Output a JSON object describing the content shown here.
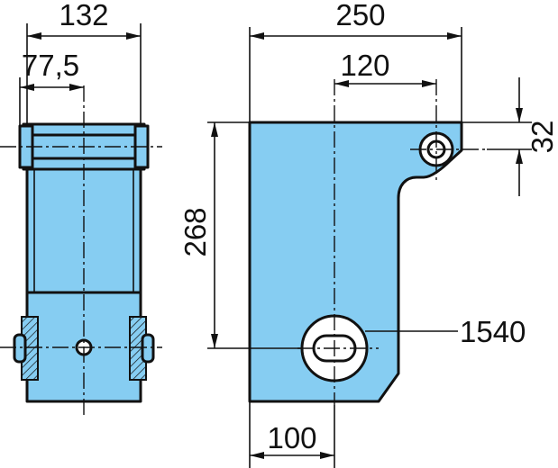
{
  "dimensions": {
    "side_total_width": "132",
    "side_half_width": "77,5",
    "front_total_width": "250",
    "front_hole_spacing": "120",
    "front_top_offset": "32",
    "front_height": "268",
    "front_bottom_offset": "100",
    "part_number": "1540"
  },
  "colors": {
    "part_fill": "#86cdf2",
    "line": "#111111",
    "background": "#ffffff"
  }
}
